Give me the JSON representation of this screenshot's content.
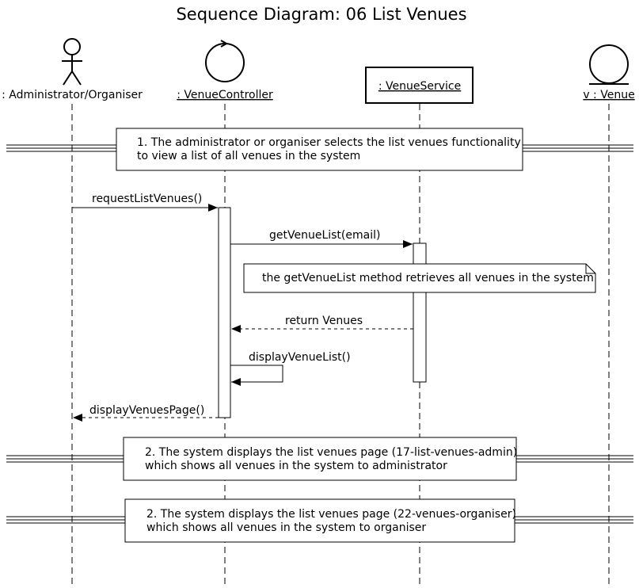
{
  "title": "Sequence Diagram: 06 List Venues",
  "participants": {
    "actor": ": Administrator/Organiser",
    "controller": ": VenueController",
    "service": ": VenueService",
    "entity": "v : Venue"
  },
  "messages": {
    "m1": "requestListVenues()",
    "m2": "getVenueList(email)",
    "m3": "return Venues",
    "m4": "displayVenueList()",
    "m5": "displayVenuesPage()"
  },
  "note": "the getVenueList method retrieves all venues in the system",
  "steps": [
    {
      "line1": "1. The administrator or organiser selects the list venues functionality",
      "line2": "to view a list of all venues in the system"
    },
    {
      "line1": "2. The system displays the list venues page (17-list-venues-admin)",
      "line2": "which shows all venues in the system to administrator"
    },
    {
      "line1": "2. The system displays the list venues page (22-venues-organiser)",
      "line2": "which shows all venues in the system to organiser"
    }
  ]
}
